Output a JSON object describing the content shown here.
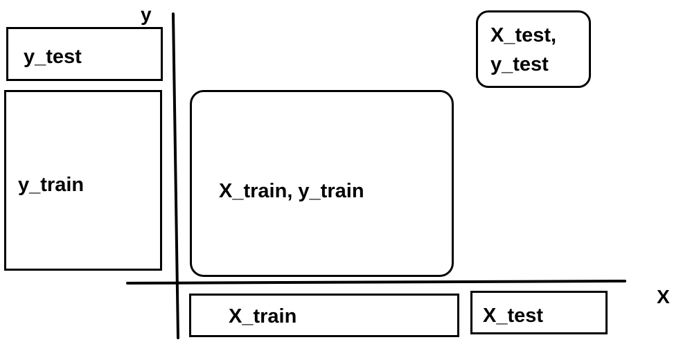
{
  "axes": {
    "y_letter": "y",
    "x_letter": "X"
  },
  "blocks": {
    "y_test": "y_test",
    "y_train": "y_train",
    "xy_train": "X_train, y_train",
    "xy_test_line1": "X_test,",
    "xy_test_line2": "y_test",
    "x_train": "X_train",
    "x_test": "X_test"
  },
  "colors": {
    "stroke": "#000000",
    "background": "#ffffff"
  }
}
